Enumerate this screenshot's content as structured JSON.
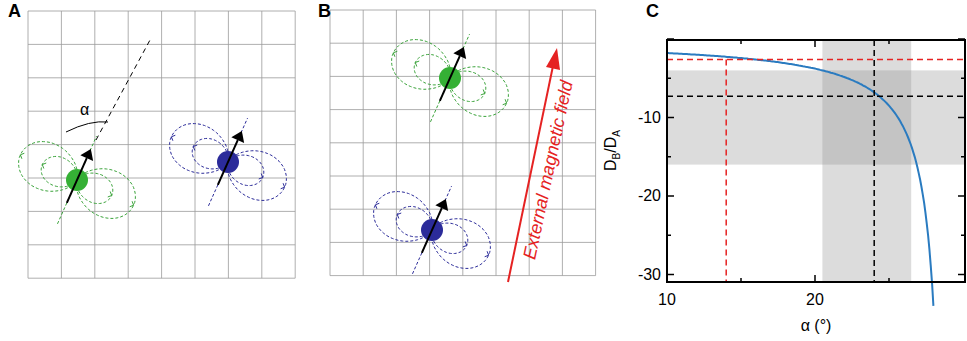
{
  "diagram": {
    "labels": [
      "A",
      "B",
      "C",
      "α",
      "External magnetic field",
      "-10",
      "-20",
      "-30",
      "10",
      "20",
      "D",
      "B",
      "/D",
      "A",
      "α (°)"
    ]
  }
}
